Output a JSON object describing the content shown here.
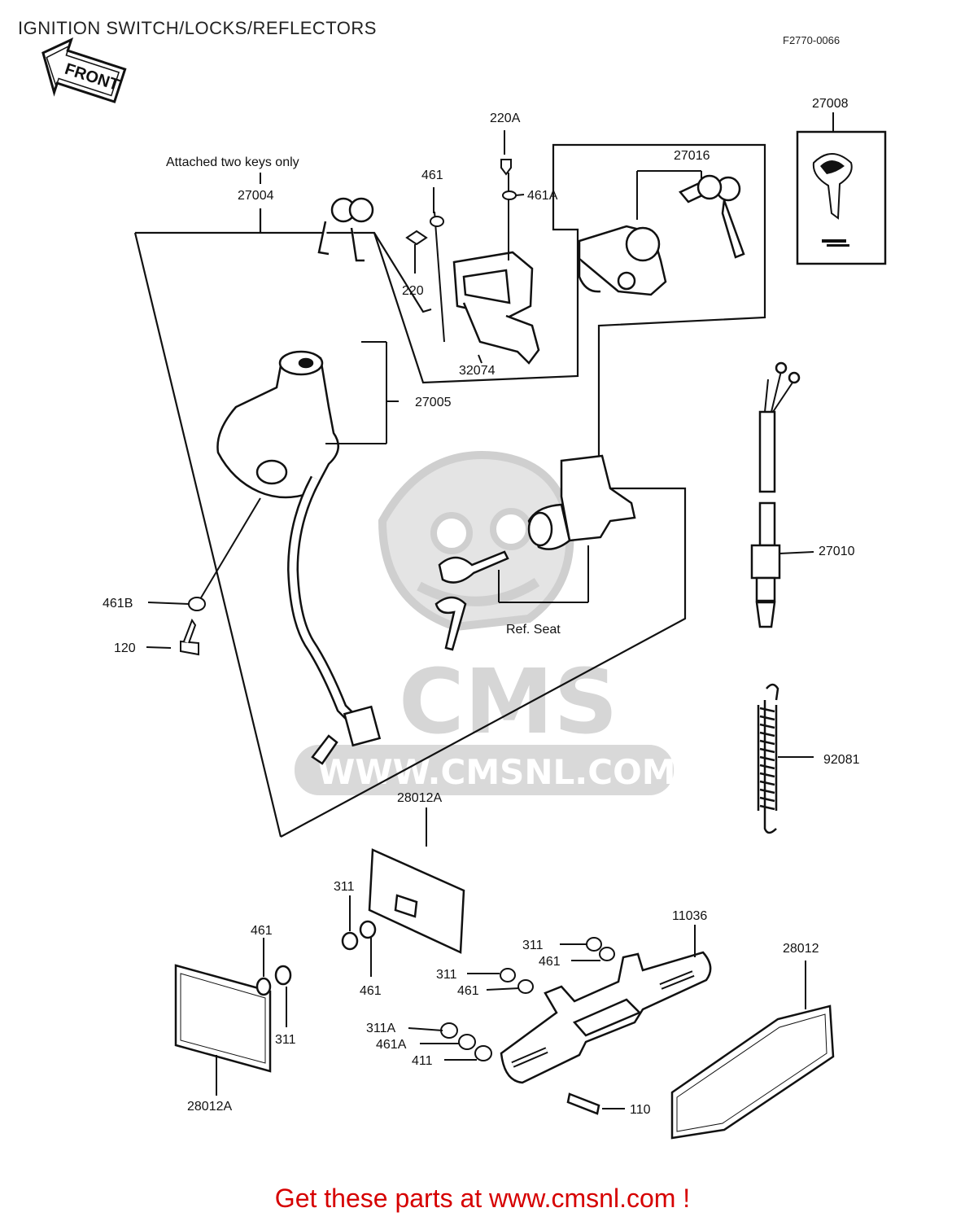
{
  "header": {
    "title": "IGNITION SWITCH/LOCKS/REFLECTORS",
    "figure_number": "F2770-0066"
  },
  "front_arrow_label": "FRONT",
  "notes": {
    "attached_keys": "Attached two keys only",
    "ref_seat": "Ref. Seat"
  },
  "watermark": {
    "brand": "CMS",
    "url": "WWW.CMSNL.COM"
  },
  "labels": {
    "p27008": "27008",
    "p220A": "220A",
    "p27016": "27016",
    "p461_top": "461",
    "p461A_top": "461A",
    "p27004": "27004",
    "p220": "220",
    "p32074": "32074",
    "p27005": "27005",
    "p27010": "27010",
    "p461B": "461B",
    "p120": "120",
    "p92081": "92081",
    "p28012A_top": "28012A",
    "p311_a": "311",
    "p461_b": "461",
    "p11036": "11036",
    "p311_c": "311",
    "p461_c": "461",
    "p28012": "28012",
    "p461_d": "461",
    "p311_e": "311",
    "p461_e": "461",
    "p311_f": "311",
    "p311A": "311A",
    "p461A_b": "461A",
    "p411": "411",
    "p28012A_bottom": "28012A",
    "p110": "110"
  },
  "footer": {
    "cta": "Get these parts at www.cmsnl.com !"
  },
  "colors": {
    "footer_text": "#d60000",
    "line": "#111111",
    "watermark": "#d8d8d8"
  }
}
